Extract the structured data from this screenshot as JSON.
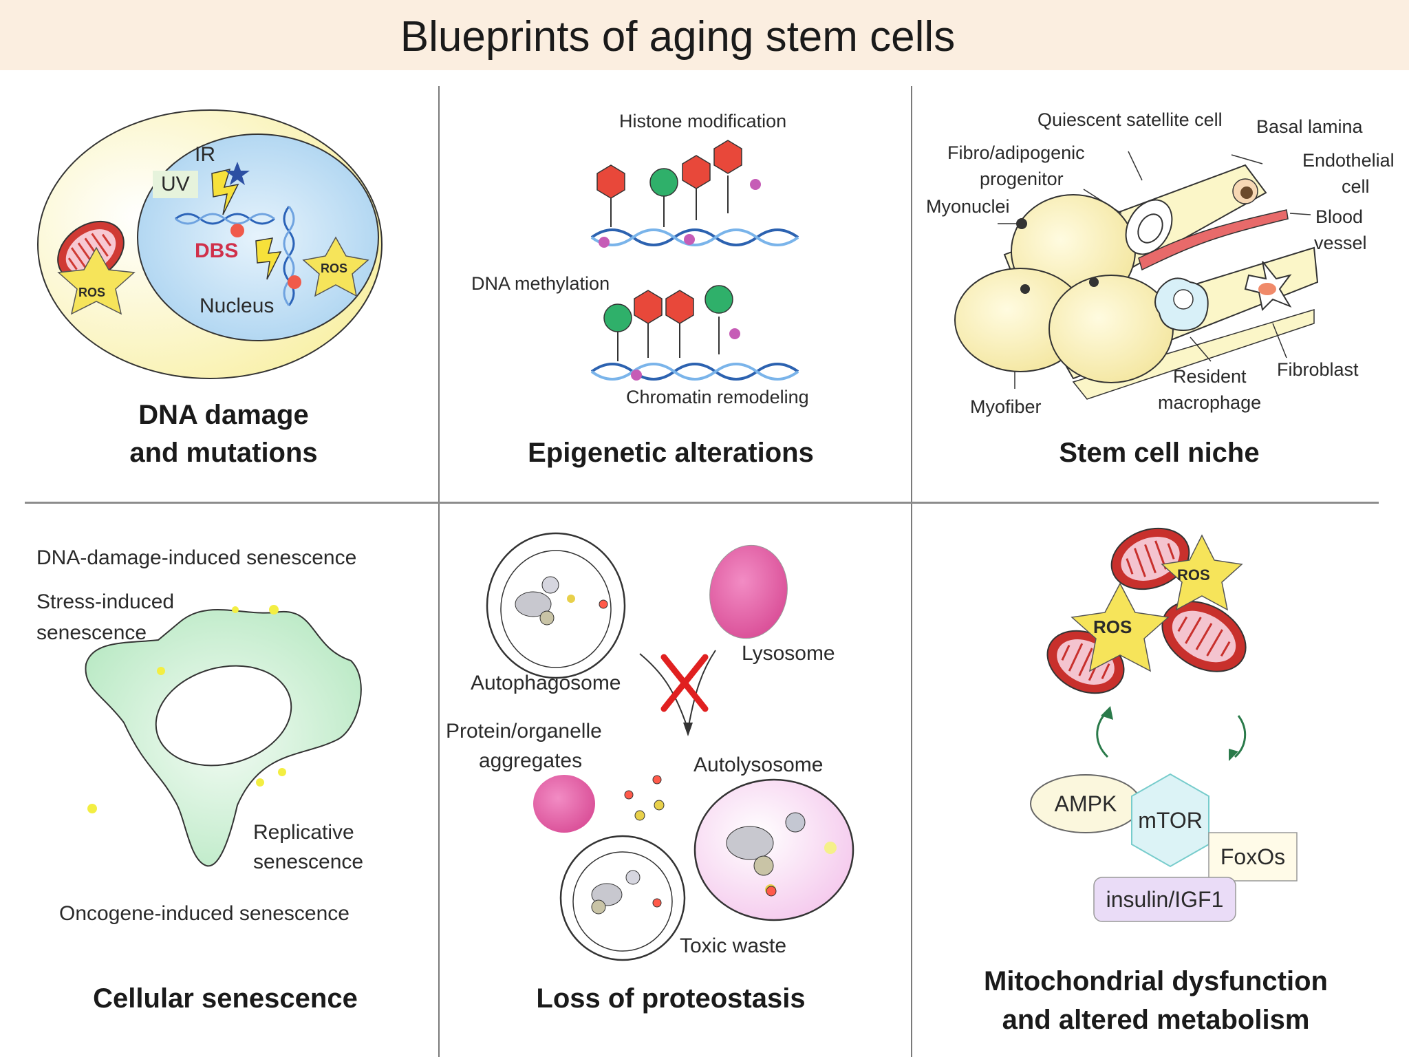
{
  "title": "Blueprints of aging stem cells",
  "panels": {
    "dna": {
      "title_line1": "DNA damage",
      "title_line2": "and mutations",
      "labels": {
        "ir": "IR",
        "uv": "UV",
        "dbs": "DBS",
        "ros_left": "ROS",
        "ros_right": "ROS",
        "nucleus": "Nucleus"
      }
    },
    "epigenetic": {
      "title": "Epigenetic alterations",
      "labels": {
        "histone": "Histone modification",
        "dna_methylation": "DNA methylation",
        "chromatin": "Chromatin remodeling"
      }
    },
    "niche": {
      "title": "Stem cell niche",
      "labels": {
        "quiescent": "Quiescent satellite cell",
        "basal": "Basal lamina",
        "fibro1": "Fibro/adipogenic",
        "fibro2": "progenitor",
        "endothelial1": "Endothelial",
        "endothelial2": "cell",
        "myonuclei": "Myonuclei",
        "blood1": "Blood",
        "blood2": "vessel",
        "resident1": "Resident",
        "resident2": "macrophage",
        "fibroblast": "Fibroblast",
        "myofiber": "Myofiber"
      }
    },
    "senescence": {
      "title": "Cellular senescence",
      "labels": {
        "dna_damage": "DNA-damage-induced senescence",
        "stress1": "Stress-induced",
        "stress2": "senescence",
        "replicative1": "Replicative",
        "replicative2": "senescence",
        "oncogene": "Oncogene-induced senescence"
      }
    },
    "proteostasis": {
      "title": "Loss of proteostasis",
      "labels": {
        "autophagosome": "Autophagosome",
        "lysosome": "Lysosome",
        "protein1": "Protein/organelle",
        "protein2": "aggregates",
        "autolysosome": "Autolysosome",
        "toxic": "Toxic waste"
      }
    },
    "mito": {
      "title_line1": "Mitochondrial dysfunction",
      "title_line2": "and altered metabolism",
      "labels": {
        "ros1": "ROS",
        "ros2": "ROS",
        "ampk": "AMPK",
        "mtor": "mTOR",
        "foxos": "FoxOs",
        "insulin": "insulin/IGF1"
      }
    }
  },
  "colors": {
    "title_band": "#fbeee0",
    "histone_red": "#e8483a",
    "histone_green": "#2fb06a",
    "mito_red": "#c8302c",
    "ros_yellow": "#f6e45a",
    "nucleus_blue": "#cfe6f7",
    "cell_yellow": "#fbf6c8",
    "senescent_green": "#d6f2dc",
    "lysosome_pink": "#e05aa0",
    "block_red": "#e02020",
    "ampk_fill": "#fbf7dd",
    "mtor_fill": "#dcf3f6",
    "insulin_fill": "#eadcf7"
  }
}
